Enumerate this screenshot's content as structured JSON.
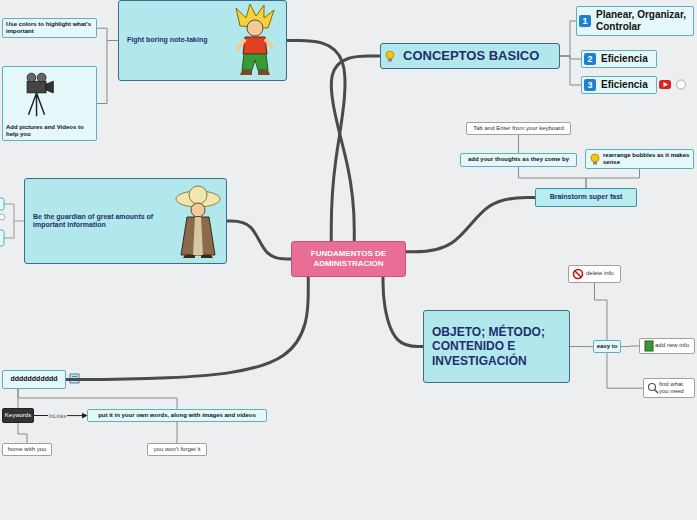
{
  "diagram": {
    "nodes": [
      {
        "text": [
          "FUNDAMENTOS DE ADMINISTRACION"
        ]
      },
      {
        "text": [
          "CONCEPTOS BASICO"
        ]
      },
      {
        "text": [
          "Planear, Organizar, Controlar"
        ]
      },
      {
        "text": [
          "Eficiencia"
        ]
      },
      {
        "text": [
          "Eficiencia"
        ]
      },
      {
        "text": [
          "Brainstorm super fast"
        ]
      },
      {
        "text": [
          "add your thoughts as they come by"
        ]
      },
      {
        "text": [
          "Tab and Enter from your keyboard"
        ]
      },
      {
        "text": [
          "rearrange bubbles as it makes sense"
        ]
      },
      {
        "text": [
          "OBJETO; MÉTODO; CONTENIDO E INVESTIGACIÓN"
        ]
      },
      {
        "text": [
          "easy to"
        ]
      },
      {
        "text": [
          "delete info"
        ]
      },
      {
        "text": [
          "add new info"
        ]
      },
      {
        "text": [
          "find what you need"
        ]
      },
      {
        "text": [
          "Fight boring note-taking"
        ]
      },
      {
        "text": [
          "Use colors to highlight what's important"
        ]
      },
      {
        "text": [
          "Add pictures and Videos to help you"
        ]
      },
      {
        "text": [
          "Be the guardian of great amounts of important information"
        ]
      },
      {
        "text": [
          "ddddddddddd"
        ]
      },
      {
        "text": [
          "Keywords"
        ]
      },
      {
        "text": [
          "put it in your own words, along with images and videos"
        ]
      },
      {
        "text": [
          "home with you"
        ]
      },
      {
        "text": [
          "you won't forget it"
        ]
      }
    ],
    "edges": [
      {
        "from": 0,
        "to": 1,
        "arrow": "none"
      },
      {
        "from": 1,
        "to": 2,
        "arrow": "none"
      },
      {
        "from": 1,
        "to": 3,
        "arrow": "none"
      },
      {
        "from": 1,
        "to": 4,
        "arrow": "none"
      },
      {
        "from": 0,
        "to": 5,
        "arrow": "none"
      },
      {
        "from": 5,
        "to": 6,
        "arrow": "none"
      },
      {
        "from": 5,
        "to": 8,
        "arrow": "none"
      },
      {
        "from": 6,
        "to": 7,
        "arrow": "none"
      },
      {
        "from": 0,
        "to": 9,
        "arrow": "none"
      },
      {
        "from": 9,
        "to": 10,
        "arrow": "none"
      },
      {
        "from": 10,
        "to": 11,
        "arrow": "none"
      },
      {
        "from": 10,
        "to": 12,
        "arrow": "none"
      },
      {
        "from": 10,
        "to": 13,
        "arrow": "none"
      },
      {
        "from": 0,
        "to": 14,
        "arrow": "none"
      },
      {
        "from": 14,
        "to": 15,
        "arrow": "none"
      },
      {
        "from": 14,
        "to": 16,
        "arrow": "none"
      },
      {
        "from": 0,
        "to": 17,
        "arrow": "none"
      },
      {
        "from": 0,
        "to": 18,
        "arrow": "none"
      },
      {
        "from": 18,
        "to": 19,
        "arrow": "none"
      },
      {
        "from": 18,
        "to": 20,
        "arrow": "none"
      },
      {
        "from": 19,
        "to": 20,
        "label": "InLinks",
        "arrow": "to"
      },
      {
        "from": 19,
        "to": 21,
        "arrow": "none"
      },
      {
        "from": 20,
        "to": 22,
        "arrow": "none"
      }
    ],
    "labels": [
      "1",
      "2",
      "3"
    ]
  }
}
